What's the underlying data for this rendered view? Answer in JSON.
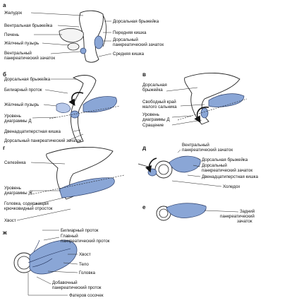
{
  "panels": {
    "a": {
      "letter": "а",
      "labels": {
        "stomach": "Желудок",
        "ventral_mesentery": "Вентральная брыжейка",
        "liver": "Печень",
        "gallbladder": "Жёлчный пузырь",
        "ventral_pancreatic_bud": "Вентральный панкреатический зачаток",
        "dorsal_mesentery": "Дорсальная брыжейка",
        "foregut": "Передняя кишка",
        "dorsal_pancreatic_bud": "Дорсальный панкреатический зачаток",
        "midgut": "Средняя кишка"
      }
    },
    "b": {
      "letter": "б",
      "labels": {
        "dorsal_mesentery": "Дорсальная брыжейка",
        "bile_duct": "Билиарный проток",
        "gallbladder": "Жёлчный пузырь",
        "level_d": "Уровень диаграммы Д",
        "duodenum": "Двенадцатиперстная кишка",
        "dorsal_pancreatic_bud": "Дорсальный панкреатический зачаток"
      }
    },
    "v": {
      "letter": "в",
      "labels": {
        "dorsal_mesentery": "Дорсальная брыжейка",
        "lesser_omentum_edge": "Свободный край малого сальника",
        "level_d": "Уровень диаграммы Д",
        "rotation": "Сращение"
      }
    },
    "g": {
      "letter": "г",
      "labels": {
        "spleen": "Селезёнка",
        "level_zh": "Уровень диаграммы Ж",
        "head_uncinate": "Головка, содержащая крючковидный отросток",
        "tail": "Хвост"
      }
    },
    "d": {
      "letter": "д",
      "labels": {
        "ventral_pancreatic_bud": "Вентральный панкреатический зачаток",
        "dorsal_mesentery": "Дорсальная брыжейка",
        "dorsal_pancreatic_bud": "Дорсальный панкреатический зачаток",
        "duodenum": "Двенадцатиперстная кишка",
        "bile_duct": "Холедох"
      }
    },
    "e": {
      "letter": "е",
      "labels": {
        "posterior_pancreatic_bud": "Задний панкреатический зачаток"
      }
    },
    "zh": {
      "letter": "ж",
      "labels": {
        "bile_duct": "Билиарный проток",
        "main_pancreatic_duct": "Главный панкреатический проток",
        "tail": "Хвост",
        "body": "Тело",
        "head": "Головка",
        "accessory_duct": "Добавочный панкреатический проток",
        "vater_papilla": "Фатеров сосочек"
      }
    }
  }
}
